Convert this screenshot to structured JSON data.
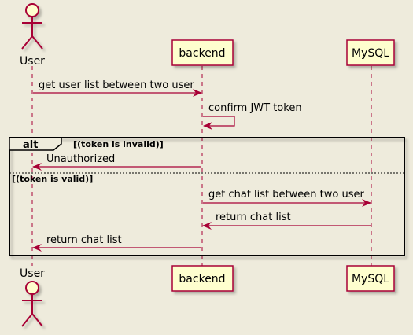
{
  "diagram": {
    "participants": {
      "user": "User",
      "backend": "backend",
      "mysql": "MySQL"
    },
    "messages": {
      "m1": "get user list between two user",
      "m2": "confirm JWT token",
      "m3": "Unauthorized",
      "m4": "get chat list between two user",
      "m5": "return chat list",
      "m6": "return chat list"
    },
    "alt": {
      "keyword": "alt",
      "guard1": "[(token is invalid)]",
      "guard2": "[(token is valid)]"
    },
    "colors": {
      "background": "#EEEBDC",
      "arrow": "#A80036",
      "lifeline": "#A80036",
      "box_fill": "#FEFECE",
      "box_border": "#A80036"
    }
  }
}
